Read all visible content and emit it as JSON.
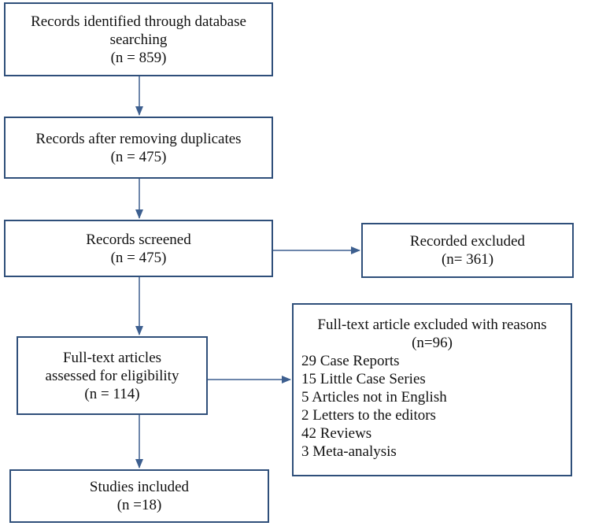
{
  "boxes": {
    "identified": {
      "line1": "Records identified through database",
      "line2": "searching",
      "count": "(n = 859)"
    },
    "after_duplicates": {
      "line1": "Records after removing duplicates",
      "count": "(n = 475)"
    },
    "screened": {
      "line1": "Records screened",
      "count": "(n = 475)"
    },
    "excluded": {
      "line1": "Recorded excluded",
      "count": "(n= 361)"
    },
    "full_text": {
      "line1": "Full-text articles",
      "line2": "assessed for eligibility",
      "count": "(n = 114)"
    },
    "full_text_excluded": {
      "title": "Full-text article excluded with reasons",
      "count": "(n=96)",
      "reasons": [
        "29 Case Reports",
        "15 Little Case Series",
        "5 Articles not in English",
        "2 Letters to the editors",
        "42 Reviews",
        "3 Meta-analysis"
      ]
    },
    "included": {
      "line1": "Studies included",
      "count": "(n =18)"
    }
  },
  "colors": {
    "border": "#2f4f7a",
    "arrow": "#3d5f8f"
  }
}
